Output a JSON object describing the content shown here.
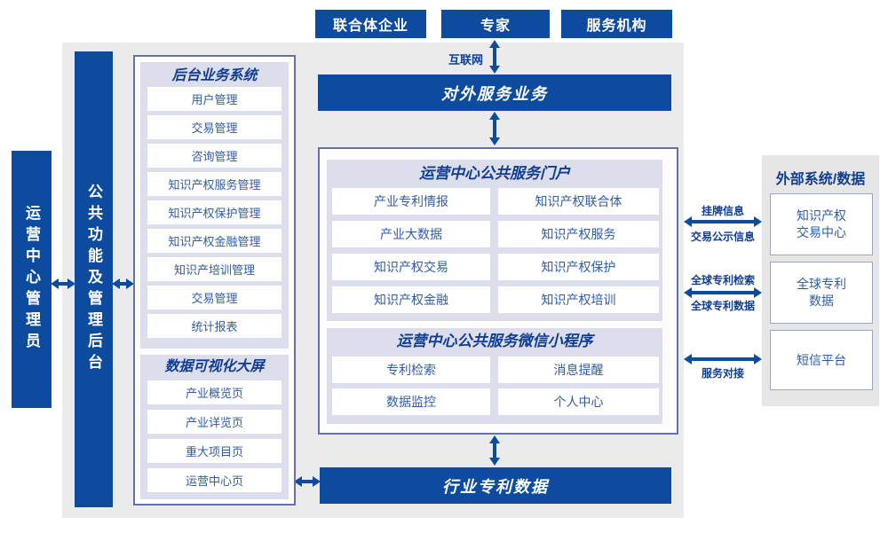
{
  "colors": {
    "primary_blue": "#0d4b9e",
    "panel_gray": "#ebebeb",
    "lavender": "#dcdfeb",
    "header_text": "#103d92",
    "item_text": "#2e5ca8"
  },
  "top_actors": {
    "consortium": "联合体企业",
    "expert": "专家",
    "service_org": "服务机构"
  },
  "labels": {
    "internet": "互联网",
    "external_service": "对外服务业务",
    "industry_patent_data": "行业专利数据",
    "admin": "运营中心管理员",
    "backend": "公共功能及管理后台"
  },
  "backend_system": {
    "title": "后台业务系统",
    "items": [
      "用户管理",
      "交易管理",
      "咨询管理",
      "知识产权服务管理",
      "知识产权保护管理",
      "知识产权金融管理",
      "知识产培训管理",
      "交易管理",
      "统计报表"
    ]
  },
  "dashboard": {
    "title": "数据可视化大屏",
    "items": [
      "产业概览页",
      "产业详览页",
      "重大项目页",
      "运营中心页"
    ]
  },
  "portal": {
    "title": "运营中心公共服务门户",
    "items": [
      "产业专利情报",
      "知识产权联合体",
      "产业大数据",
      "知识产权服务",
      "知识产权交易",
      "知识产权保护",
      "知识产权金融",
      "知识产权培训"
    ]
  },
  "miniprogram": {
    "title": "运营中心公共服务微信小程序",
    "items": [
      "专利检索",
      "消息提醒",
      "数据监控",
      "个人中心"
    ]
  },
  "external_systems": {
    "title": "外部系统/数据",
    "items": [
      "知识产权\n交易中心",
      "全球专利\n数据",
      "短信平台"
    ]
  },
  "link_labels": {
    "listing_info": "挂牌信息",
    "trade_publicity": "交易公示信息",
    "global_patent_search": "全球专利检索",
    "global_patent_data": "全球专利数据",
    "service_connect": "服务对接"
  }
}
